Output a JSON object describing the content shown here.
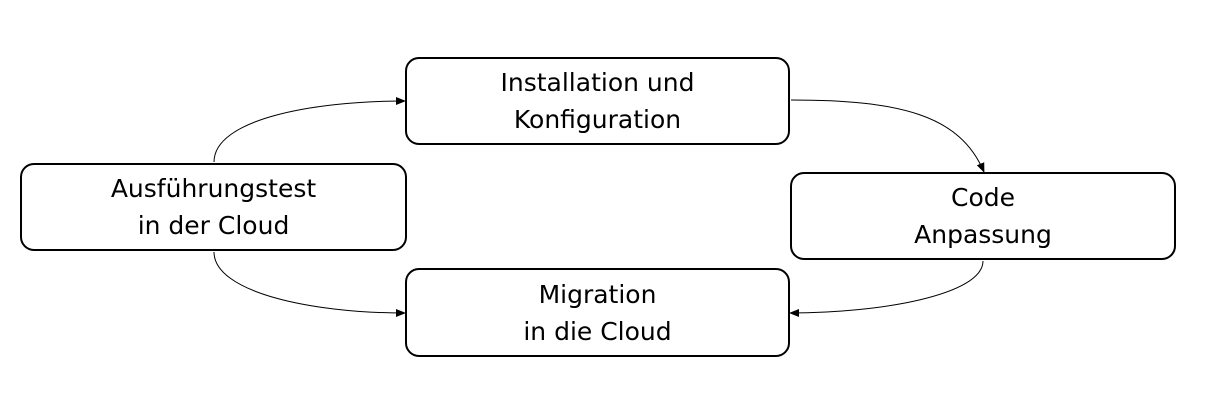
{
  "diagram": {
    "type": "cycle",
    "nodes": [
      {
        "id": "ausfuehrungstest",
        "lines": [
          "Ausführungstest",
          "in der Cloud"
        ]
      },
      {
        "id": "installation",
        "lines": [
          "Installation und",
          "Konfiguration"
        ]
      },
      {
        "id": "code",
        "lines": [
          "Code",
          "Anpassung"
        ]
      },
      {
        "id": "migration",
        "lines": [
          "Migration",
          "in die Cloud"
        ]
      }
    ],
    "edges": [
      {
        "from": "ausfuehrungstest",
        "to": "installation"
      },
      {
        "from": "installation",
        "to": "code"
      },
      {
        "from": "code",
        "to": "migration"
      },
      {
        "from": "ausfuehrungstest",
        "to": "migration"
      }
    ],
    "colors": {
      "stroke": "#000000",
      "fill": "#ffffff",
      "text": "#000000"
    }
  }
}
